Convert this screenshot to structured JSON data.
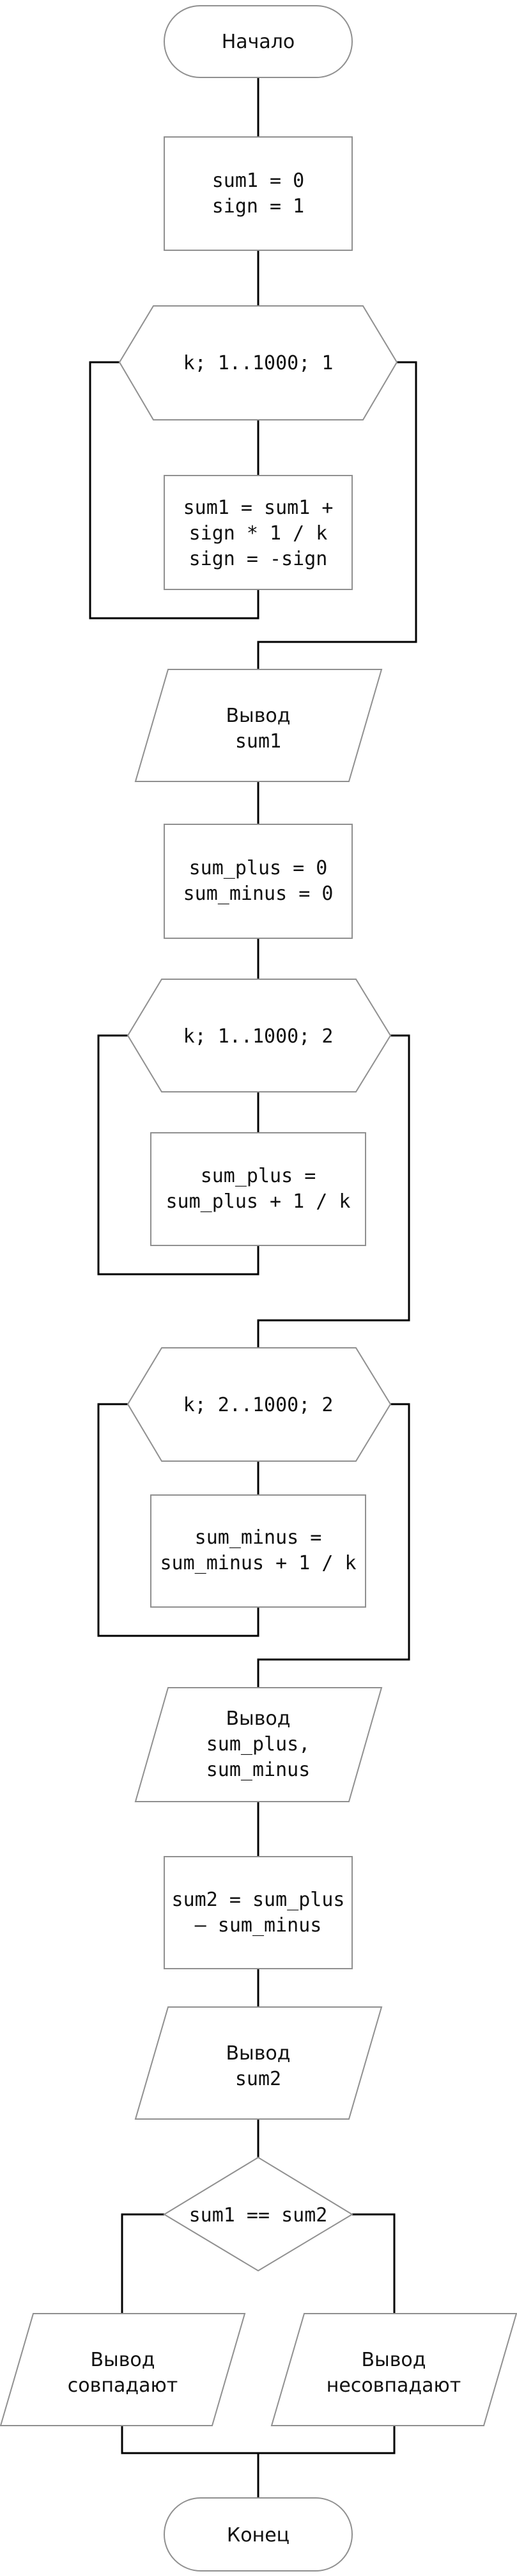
{
  "nodes": {
    "start": {
      "label": "Начало"
    },
    "init1": {
      "lines": [
        "sum1 = 0",
        "sign = 1"
      ]
    },
    "loop1": {
      "label": "k; 1..1000; 1"
    },
    "body1": {
      "lines": [
        "sum1 = sum1 +",
        "sign * 1 / k",
        "sign = -sign"
      ]
    },
    "out1": {
      "lines": [
        "Вывод",
        "sum1"
      ]
    },
    "init2": {
      "lines": [
        "sum_plus = 0",
        "sum_minus = 0"
      ]
    },
    "loop2": {
      "label": "k; 1..1000; 2"
    },
    "body2": {
      "lines": [
        "sum_plus =",
        "sum_plus + 1 / k"
      ]
    },
    "loop3": {
      "label": "k; 2..1000; 2"
    },
    "body3": {
      "lines": [
        "sum_minus =",
        "sum_minus + 1 / k"
      ]
    },
    "out2": {
      "lines": [
        "Вывод",
        "sum_plus,",
        "sum_minus"
      ]
    },
    "calc": {
      "lines": [
        "sum2 = sum_plus",
        "– sum_minus"
      ]
    },
    "out3": {
      "lines": [
        "Вывод",
        "sum2"
      ]
    },
    "cond": {
      "label": "sum1 == sum2"
    },
    "out_yes": {
      "lines": [
        "Вывод",
        "совпадают"
      ]
    },
    "out_no": {
      "lines": [
        "Вывод",
        "несовпадают"
      ]
    },
    "end": {
      "label": "Конец"
    }
  }
}
